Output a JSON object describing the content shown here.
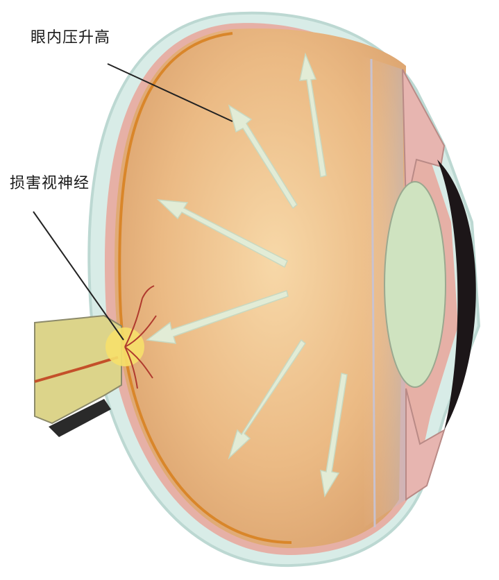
{
  "labels": {
    "intraocular_pressure": "眼内压升高",
    "optic_nerve_damage": "损害视神经"
  },
  "colors": {
    "vitreous": "#e9b784",
    "vitreous_light": "#f4d2a4",
    "lens": "#cfe3c0",
    "sclera_edge": "#d6ebe6",
    "retina_line": "#d9862a",
    "pink_tissue": "#e5a9a6",
    "arrow": "#e2ecd6",
    "optic_nerve": "#dcd48a",
    "vessel": "#b03a2e"
  },
  "icons": {
    "arrows": "pressure-arrow",
    "eye": "eyeball-cross-section"
  }
}
